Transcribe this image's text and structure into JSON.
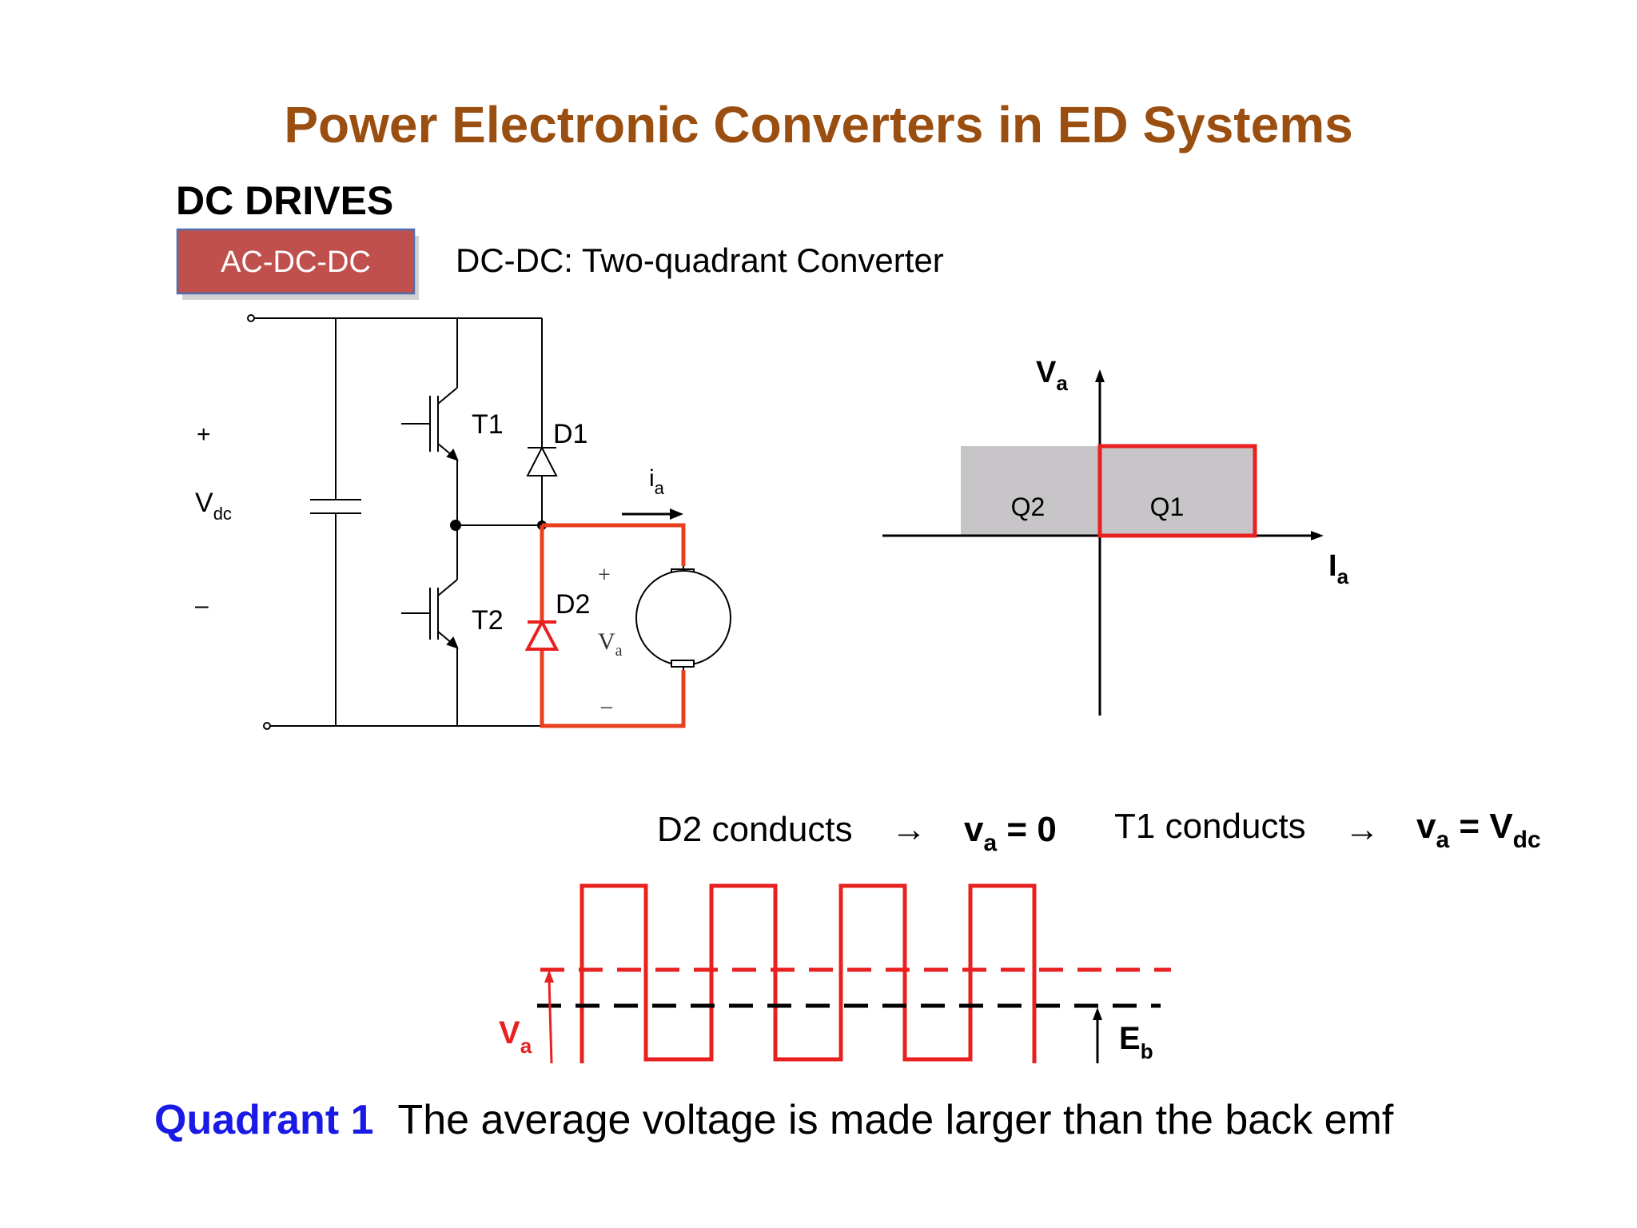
{
  "title": "Power Electronic Converters in ED Systems",
  "section": "DC DRIVES",
  "badge": "AC-DC-DC",
  "subtitle": "DC-DC: Two-quadrant Converter",
  "colors": {
    "title": "#9a4e10",
    "badge_fill": "#c0504d",
    "badge_border": "#4f6fb0",
    "highlight": "#e8401e",
    "wave_red": "#e82020",
    "quadrant_fill": "#c7c5c8",
    "quadrant_label": "#1a1ae6"
  },
  "circuit": {
    "plus": "+",
    "minus": "–",
    "vdc_main": "V",
    "vdc_sub": "dc",
    "t1": "T1",
    "t2": "T2",
    "d1": "D1",
    "d2": "D2",
    "ia_main": "i",
    "ia_sub": "a",
    "va_plus": "+",
    "va_main": "V",
    "va_sub": "a",
    "va_minus": "–"
  },
  "quadrant": {
    "y_main": "V",
    "y_sub": "a",
    "x_main": "I",
    "x_sub": "a",
    "q1": "Q1",
    "q2": "Q2"
  },
  "conduction": {
    "d2_text": "D2 conducts",
    "arrow": "→",
    "d2_result_main": "v",
    "d2_result_sub": "a",
    "d2_result_rest": " = 0",
    "t1_text": "T1 conducts",
    "t1_result_main": "v",
    "t1_result_sub": "a",
    "t1_result_eq": " = V",
    "t1_result_sub2": "dc"
  },
  "waveform": {
    "va_main": "V",
    "va_sub": "a",
    "eb_main": "E",
    "eb_sub": "b",
    "pulses": 4
  },
  "caption": {
    "label": "Quadrant 1",
    "text": "The average voltage is made larger than the back emf"
  }
}
